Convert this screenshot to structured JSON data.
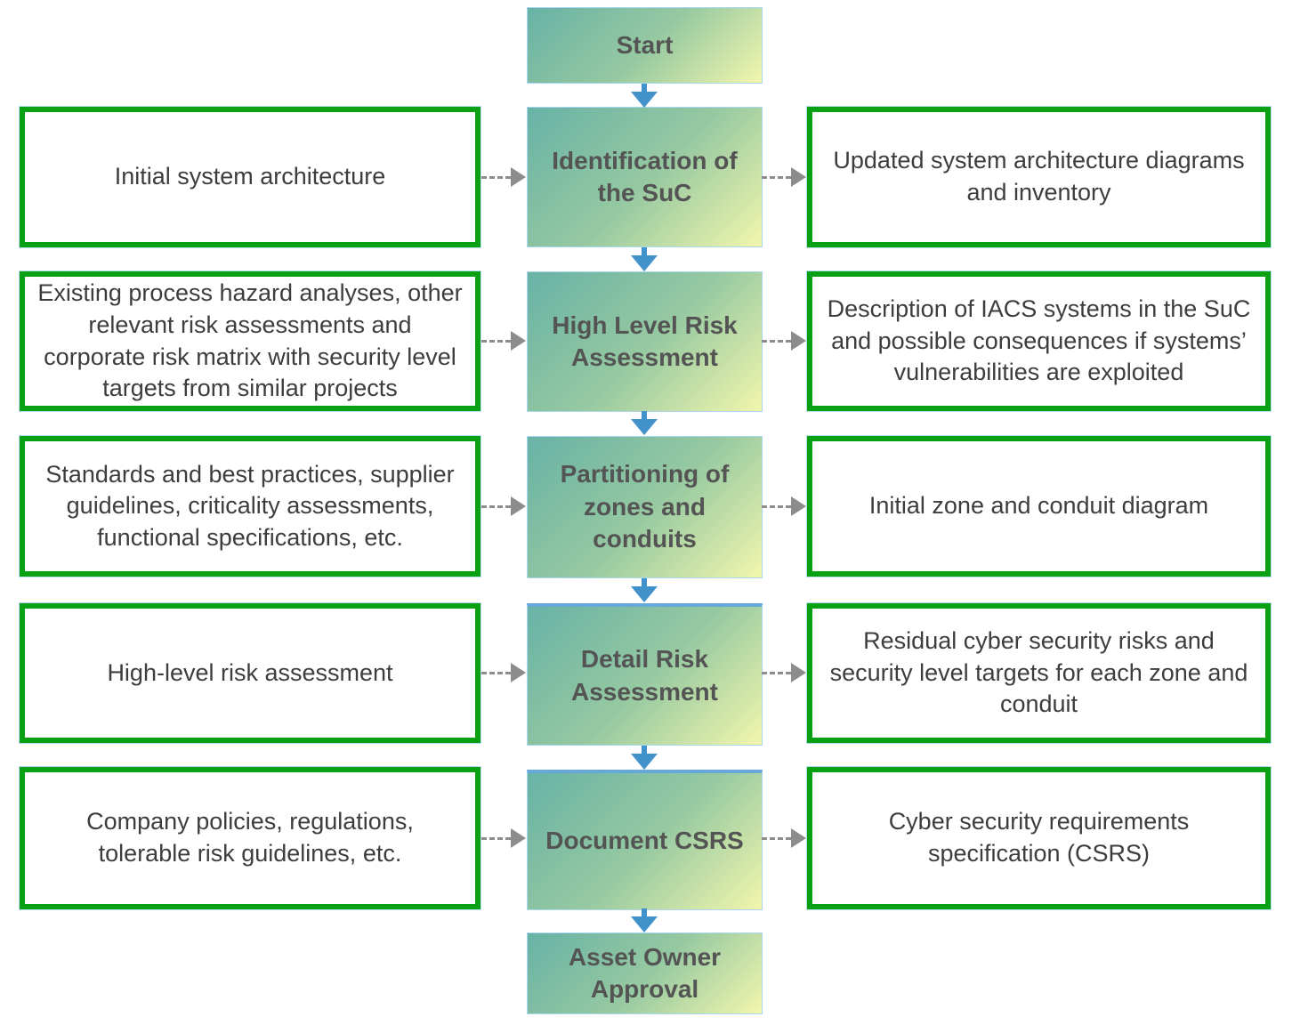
{
  "flowchart": {
    "start_label": "Start",
    "end_label": "Asset Owner Approval",
    "rows": [
      {
        "left": "Initial system architecture",
        "center": "Identification of the SuC",
        "right": "Updated system architecture diagrams and inventory"
      },
      {
        "left": "Existing process hazard analyses, other relevant risk assessments and corporate risk matrix with security level targets from similar projects",
        "center": "High Level Risk Assessment",
        "right": "Description of IACS systems in the SuC and possible consequences if systems’ vulnerabilities are exploited"
      },
      {
        "left": "Standards and best practices, supplier guidelines, criticality assessments, functional specifications, etc.",
        "center": "Partitioning of zones and conduits",
        "right": "Initial zone and conduit diagram"
      },
      {
        "left": "High-level risk assessment",
        "center": "Detail Risk Assessment",
        "right": "Residual cyber security risks and security level targets for each zone and conduit"
      },
      {
        "left": "Company policies, regulations, tolerable risk guidelines, etc.",
        "center": "Document CSRS",
        "right": "Cyber security requirements specification (CSRS)"
      }
    ],
    "colors": {
      "io_box_border_green": "#0aa014",
      "io_box_background": "#ffffff",
      "process_gradient_start": "#68b2a6",
      "process_gradient_mid": "#96c9a1",
      "process_gradient_end": "#f2f6ad",
      "process_border_blue": "#a9d7f0",
      "flow_arrow_blue": "#4191cb",
      "connector_arrow_gray": "#8c8c8c",
      "text_dark": "#3d3d3d",
      "process_text_gray": "#545454"
    }
  }
}
